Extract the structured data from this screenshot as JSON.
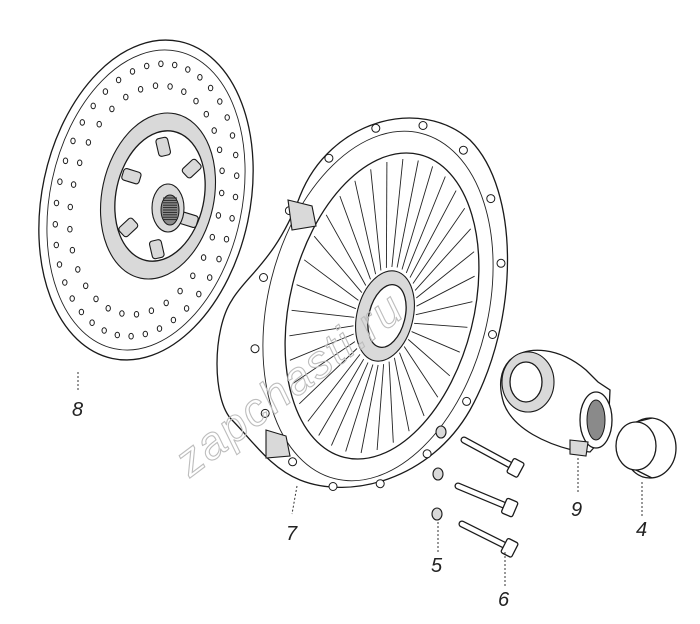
{
  "diagram": {
    "watermark": "zapchasti.ru",
    "callouts": [
      {
        "id": "part-8",
        "label": "8"
      },
      {
        "id": "part-7",
        "label": "7"
      },
      {
        "id": "part-5",
        "label": "5"
      },
      {
        "id": "part-6",
        "label": "6"
      },
      {
        "id": "part-9",
        "label": "9"
      },
      {
        "id": "part-4",
        "label": "4"
      }
    ]
  }
}
